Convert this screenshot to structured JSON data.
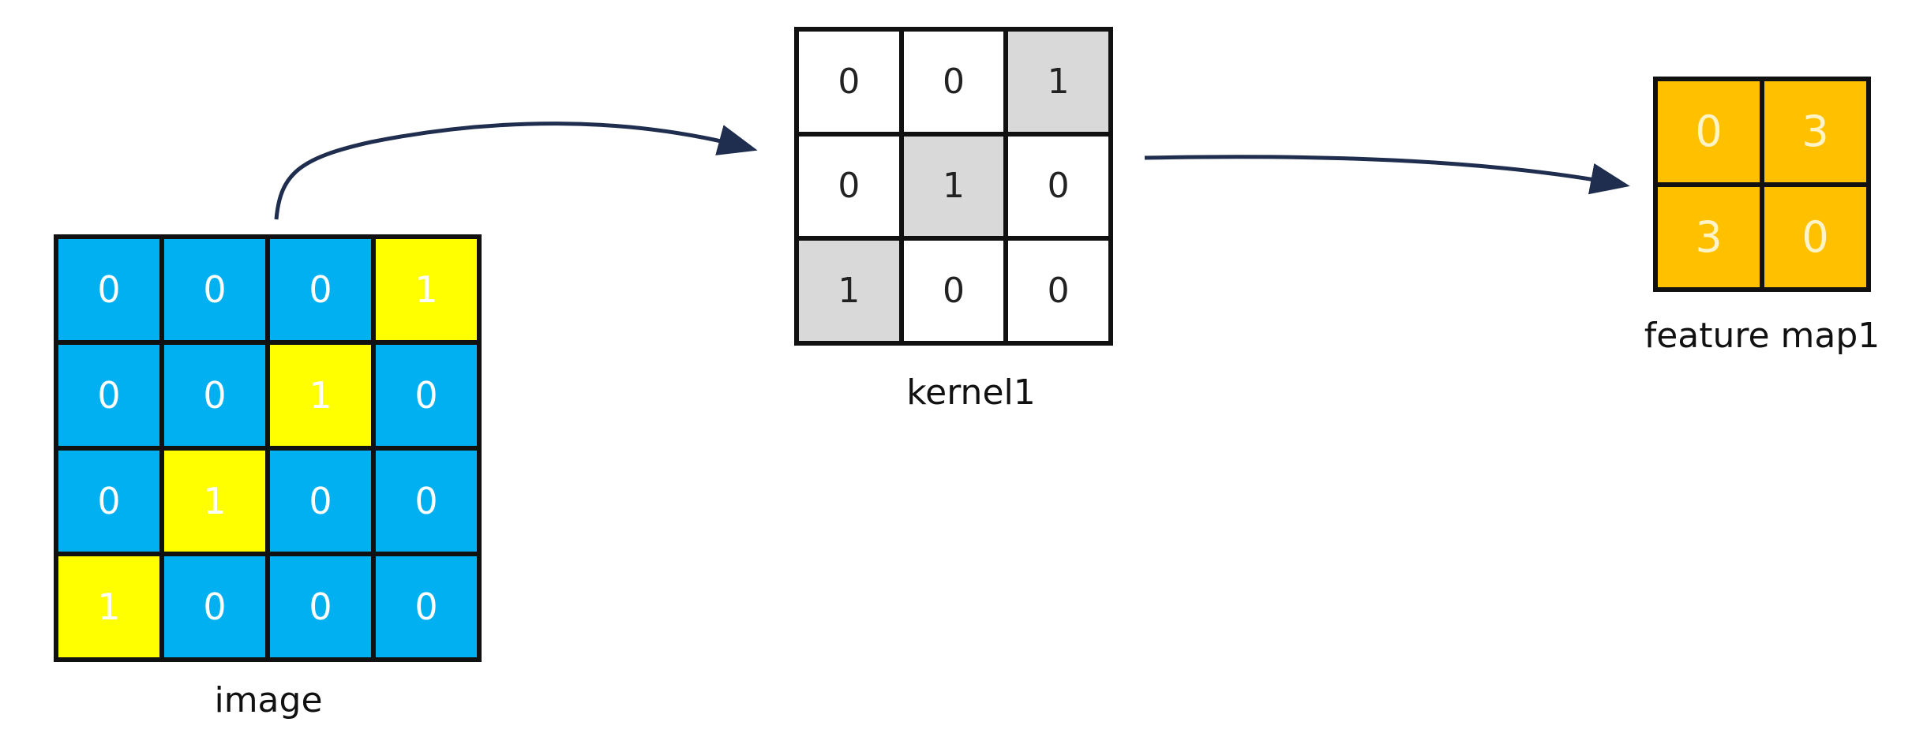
{
  "image": {
    "label": "image",
    "rows": [
      [
        "0",
        "0",
        "0",
        "1"
      ],
      [
        "0",
        "0",
        "1",
        "0"
      ],
      [
        "0",
        "1",
        "0",
        "0"
      ],
      [
        "1",
        "0",
        "0",
        "0"
      ]
    ],
    "highlight": [
      [
        false,
        false,
        false,
        true
      ],
      [
        false,
        false,
        true,
        false
      ],
      [
        false,
        true,
        false,
        false
      ],
      [
        true,
        false,
        false,
        false
      ]
    ],
    "colors": {
      "base": "#00b0f0",
      "highlight": "#ffff00"
    }
  },
  "kernel": {
    "label": "kernel1",
    "rows": [
      [
        "0",
        "0",
        "1"
      ],
      [
        "0",
        "1",
        "0"
      ],
      [
        "1",
        "0",
        "0"
      ]
    ],
    "highlight": [
      [
        false,
        false,
        true
      ],
      [
        false,
        true,
        false
      ],
      [
        true,
        false,
        false
      ]
    ],
    "colors": {
      "base": "#ffffff",
      "highlight": "#d9d9d9"
    }
  },
  "feature_map": {
    "label": "feature map1",
    "rows": [
      [
        "0",
        "3"
      ],
      [
        "3",
        "0"
      ]
    ],
    "colors": {
      "base": "#ffc000"
    }
  },
  "arrow_color": "#1f2d4e"
}
